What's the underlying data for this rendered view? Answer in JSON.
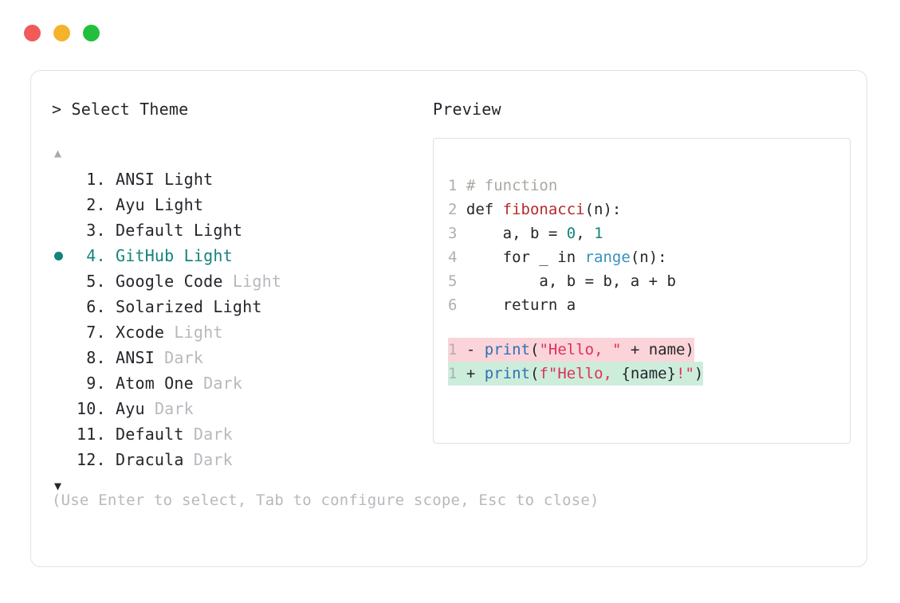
{
  "window": {
    "traffic_lights": [
      {
        "name": "close",
        "color": "#f25a5a"
      },
      {
        "name": "minimize",
        "color": "#f5b32b"
      },
      {
        "name": "maximize",
        "color": "#22bf3f"
      }
    ]
  },
  "prompt": {
    "title": "> Select Theme",
    "scroll_up": "▲",
    "scroll_down": "▼"
  },
  "preview": {
    "title": "Preview"
  },
  "themes": [
    {
      "index": " 1.",
      "name": "ANSI Light",
      "variant": "",
      "selected": false
    },
    {
      "index": " 2.",
      "name": "Ayu Light",
      "variant": "",
      "selected": false
    },
    {
      "index": " 3.",
      "name": "Default Light",
      "variant": "",
      "selected": false
    },
    {
      "index": " 4.",
      "name": "GitHub Light",
      "variant": "",
      "selected": true
    },
    {
      "index": " 5.",
      "name": "Google Code",
      "variant": " Light",
      "selected": false
    },
    {
      "index": " 6.",
      "name": "Solarized Light",
      "variant": "",
      "selected": false
    },
    {
      "index": " 7.",
      "name": "Xcode",
      "variant": " Light",
      "selected": false
    },
    {
      "index": " 8.",
      "name": "ANSI",
      "variant": " Dark",
      "selected": false
    },
    {
      "index": " 9.",
      "name": "Atom One",
      "variant": " Dark",
      "selected": false
    },
    {
      "index": "10.",
      "name": "Ayu",
      "variant": " Dark",
      "selected": false
    },
    {
      "index": "11.",
      "name": "Default",
      "variant": " Dark",
      "selected": false
    },
    {
      "index": "12.",
      "name": "Dracula",
      "variant": " Dark",
      "selected": false
    }
  ],
  "code": {
    "lines": [
      {
        "num": "1",
        "tokens": [
          {
            "t": "# function",
            "c": "comment"
          }
        ]
      },
      {
        "num": "2",
        "tokens": [
          {
            "t": "def ",
            "c": "plain"
          },
          {
            "t": "fibonacci",
            "c": "fn"
          },
          {
            "t": "(n):",
            "c": "punct"
          }
        ]
      },
      {
        "num": "3",
        "tokens": [
          {
            "t": "    a, b = ",
            "c": "plain"
          },
          {
            "t": "0",
            "c": "num"
          },
          {
            "t": ", ",
            "c": "plain"
          },
          {
            "t": "1",
            "c": "num"
          }
        ]
      },
      {
        "num": "4",
        "tokens": [
          {
            "t": "    for _ in ",
            "c": "plain"
          },
          {
            "t": "range",
            "c": "builtin"
          },
          {
            "t": "(n):",
            "c": "punct"
          }
        ]
      },
      {
        "num": "5",
        "tokens": [
          {
            "t": "        a, b = b, a + b",
            "c": "plain"
          }
        ]
      },
      {
        "num": "6",
        "tokens": [
          {
            "t": "    return a",
            "c": "plain"
          }
        ]
      }
    ],
    "diff": [
      {
        "num": "1",
        "marker": " - ",
        "kind": "del",
        "tokens": [
          {
            "t": "print",
            "c": "call"
          },
          {
            "t": "(",
            "c": "punct"
          },
          {
            "t": "\"Hello, \"",
            "c": "str"
          },
          {
            "t": " + name)",
            "c": "plain"
          }
        ]
      },
      {
        "num": "1",
        "marker": " + ",
        "kind": "add",
        "tokens": [
          {
            "t": "print",
            "c": "call"
          },
          {
            "t": "(",
            "c": "punct"
          },
          {
            "t": "f\"Hello, ",
            "c": "str"
          },
          {
            "t": "{name}",
            "c": "plain"
          },
          {
            "t": "!\"",
            "c": "str"
          },
          {
            "t": ")",
            "c": "punct"
          }
        ]
      }
    ]
  },
  "hint": "(Use Enter to select, Tab to configure scope, Esc to close)"
}
